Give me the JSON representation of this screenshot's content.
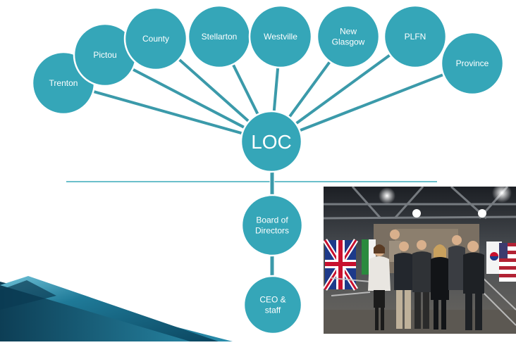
{
  "colors": {
    "node_fill": "#35a6b8",
    "node_stroke": "#ffffff",
    "connector": "#3b9aaa",
    "divider": "#6bbfcb",
    "text": "#ffffff",
    "wedge_dark": "#0b4660",
    "wedge_mid": "#1f7a98",
    "wedge_light": "#6fc2d8"
  },
  "center_node": {
    "label": "LOC"
  },
  "stakeholders": [
    {
      "id": "trenton",
      "lines": [
        "Trenton"
      ]
    },
    {
      "id": "pictou",
      "lines": [
        "Pictou"
      ]
    },
    {
      "id": "county",
      "lines": [
        "County"
      ]
    },
    {
      "id": "stellarton",
      "lines": [
        "Stellarton"
      ]
    },
    {
      "id": "westville",
      "lines": [
        "Westville"
      ]
    },
    {
      "id": "new-glasgow",
      "lines": [
        "New",
        "Glasgow"
      ]
    },
    {
      "id": "plfn",
      "lines": [
        "PLFN"
      ]
    },
    {
      "id": "province",
      "lines": [
        "Province"
      ]
    }
  ],
  "hierarchy": [
    {
      "id": "board",
      "lines": [
        "Board of",
        "Directors"
      ]
    },
    {
      "id": "ceo",
      "lines": [
        "CEO &",
        "staff"
      ]
    }
  ],
  "photo": {
    "icon": "group-photo-icon",
    "flags": [
      "uk-flag-icon",
      "italy-flag-icon",
      "korea-flag-icon",
      "usa-flag-icon"
    ]
  }
}
